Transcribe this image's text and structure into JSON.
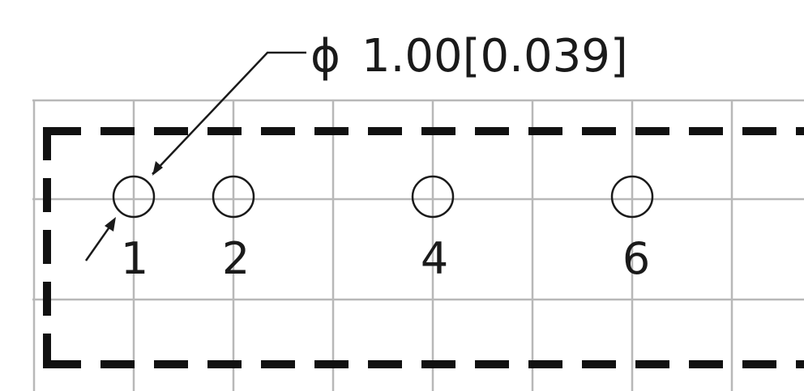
{
  "dimension": {
    "symbol": "ϕ",
    "value": "1.00[0.039]"
  },
  "pins": [
    {
      "label": "1"
    },
    {
      "label": "2"
    },
    {
      "label": "4"
    },
    {
      "label": "6"
    }
  ],
  "colors": {
    "grid": "#b8b8b8",
    "outline": "#111111",
    "ink": "#1a1a1a"
  }
}
